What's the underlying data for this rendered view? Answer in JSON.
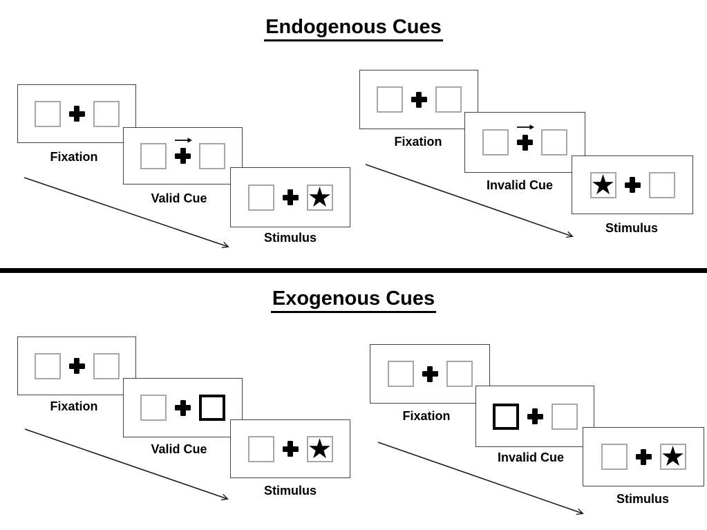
{
  "colors": {
    "ink": "#000000",
    "panel_border": "#404040",
    "square_border": "#a6a6a6",
    "background": "#ffffff"
  },
  "icons": {
    "target_star": "★",
    "fixation_cross": "heavy-plus",
    "cue_arrow": "thin-right-arrow",
    "sequence_arrow": "diagonal-open-arrow"
  },
  "sections": [
    {
      "title": "Endogenous Cues",
      "groups": [
        {
          "name": "valid-trial",
          "panels": [
            {
              "label": "Fixation",
              "cue_arrow": false,
              "left_box": "plain",
              "right_box": "plain",
              "star": null
            },
            {
              "label": "Valid Cue",
              "cue_arrow": true,
              "left_box": "plain",
              "right_box": "plain",
              "star": null
            },
            {
              "label": "Stimulus",
              "cue_arrow": false,
              "left_box": "plain",
              "right_box": "plain",
              "star": "right"
            }
          ]
        },
        {
          "name": "invalid-trial",
          "panels": [
            {
              "label": "Fixation",
              "cue_arrow": false,
              "left_box": "plain",
              "right_box": "plain",
              "star": null
            },
            {
              "label": "Invalid Cue",
              "cue_arrow": true,
              "left_box": "plain",
              "right_box": "plain",
              "star": null
            },
            {
              "label": "Stimulus",
              "cue_arrow": false,
              "left_box": "plain",
              "right_box": "plain",
              "star": "left"
            }
          ]
        }
      ]
    },
    {
      "title": "Exogenous Cues",
      "groups": [
        {
          "name": "valid-trial",
          "panels": [
            {
              "label": "Fixation",
              "cue_arrow": false,
              "left_box": "plain",
              "right_box": "plain",
              "star": null
            },
            {
              "label": "Valid Cue",
              "cue_arrow": false,
              "left_box": "plain",
              "right_box": "cue",
              "star": null
            },
            {
              "label": "Stimulus",
              "cue_arrow": false,
              "left_box": "plain",
              "right_box": "plain",
              "star": "right"
            }
          ]
        },
        {
          "name": "invalid-trial",
          "panels": [
            {
              "label": "Fixation",
              "cue_arrow": false,
              "left_box": "plain",
              "right_box": "plain",
              "star": null
            },
            {
              "label": "Invalid Cue",
              "cue_arrow": false,
              "left_box": "cue",
              "right_box": "plain",
              "star": null
            },
            {
              "label": "Stimulus",
              "cue_arrow": false,
              "left_box": "plain",
              "right_box": "plain",
              "star": "right"
            }
          ]
        }
      ]
    }
  ]
}
